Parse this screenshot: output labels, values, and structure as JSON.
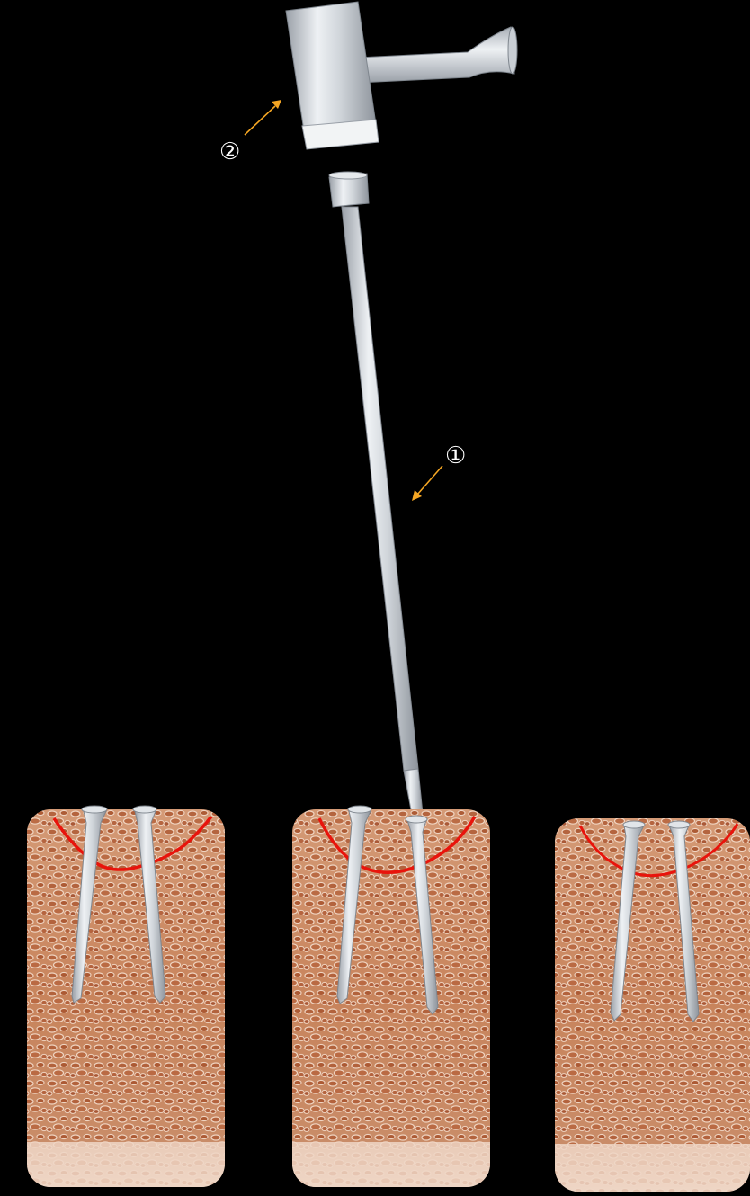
{
  "callouts": [
    {
      "label": "①",
      "target": "rod",
      "arrow_color": "#f5a623"
    },
    {
      "label": "②",
      "target": "hammer-head",
      "arrow_color": "#f5a623"
    }
  ],
  "colors": {
    "background": "#000000",
    "arrow": "#f5a623",
    "fracture_line": "#e8140c",
    "bone_base": "#c98a64",
    "bone_cells": "#b8643e",
    "bone_highlight": "#f1d9c8",
    "metal": "#d3d7dc"
  },
  "panels": [
    {
      "name": "panel-left",
      "screws": 2,
      "tool_attached": false
    },
    {
      "name": "panel-middle",
      "screws": 2,
      "tool_attached": true
    },
    {
      "name": "panel-right",
      "screws": 2,
      "tool_attached": false
    }
  ]
}
